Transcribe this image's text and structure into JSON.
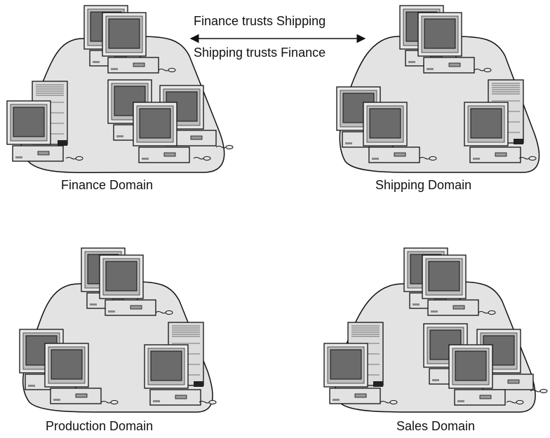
{
  "trust": {
    "top": "Finance trusts Shipping",
    "bottom": "Shipping trusts Finance"
  },
  "domains": [
    {
      "name": "Finance Domain"
    },
    {
      "name": "Shipping Domain"
    },
    {
      "name": "Production Domain"
    },
    {
      "name": "Sales Domain"
    }
  ],
  "colors": {
    "domain_fill": "#e3e3e3",
    "screen": "#6b6b6b",
    "bezel": "#d4d4d4",
    "line": "#111111"
  },
  "icons": [
    "computer-icon",
    "server-tower-icon",
    "mouse-icon",
    "bidirectional-arrow-icon"
  ]
}
